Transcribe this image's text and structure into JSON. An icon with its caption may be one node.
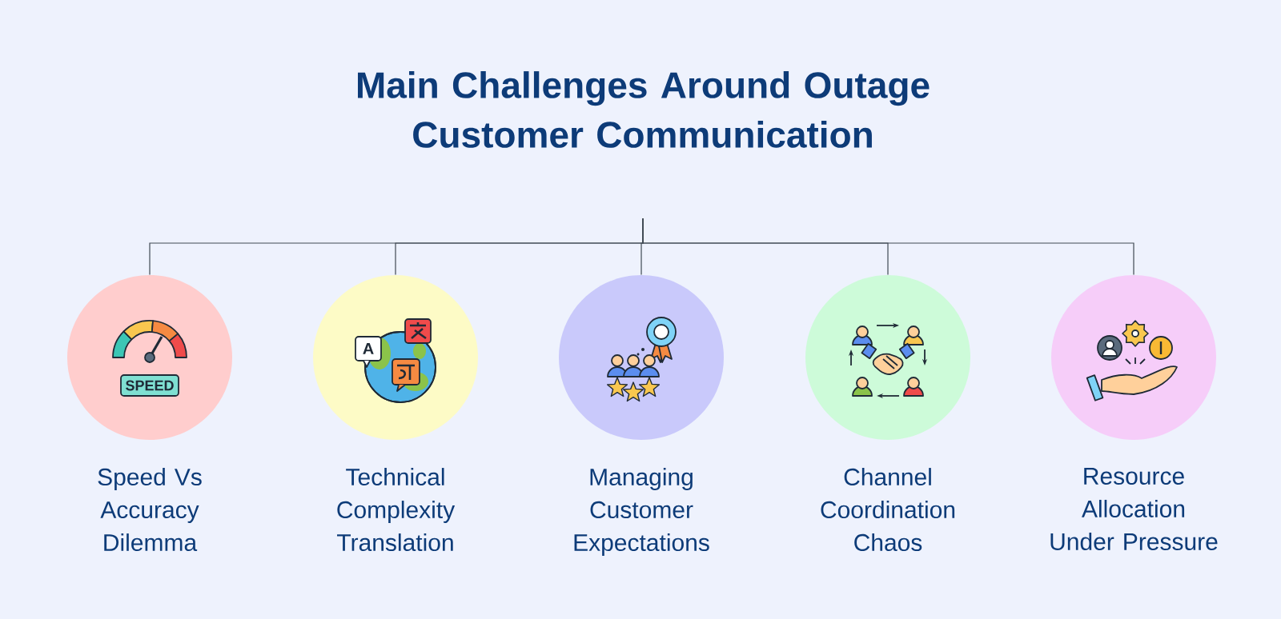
{
  "diagram": {
    "title": "Main Challenges Around Outage Customer Communication",
    "nodes": [
      {
        "text": [
          "Speed Vs Accuracy Dilemma"
        ]
      },
      {
        "text": [
          "Technical Complexity Translation"
        ]
      },
      {
        "text": [
          "Managing Customer Expectations"
        ]
      },
      {
        "text": [
          "Channel Coordination Chaos"
        ]
      },
      {
        "text": [
          "Resource Allocation Under Pressure"
        ]
      }
    ],
    "edges": [
      {
        "from": null,
        "to": 0,
        "arrow": "none"
      },
      {
        "from": null,
        "to": 1,
        "arrow": "none"
      },
      {
        "from": null,
        "to": 2,
        "arrow": "none"
      },
      {
        "from": null,
        "to": 3,
        "arrow": "none"
      },
      {
        "from": null,
        "to": 4,
        "arrow": "none"
      }
    ],
    "labels": [
      "SPEED",
      "A"
    ]
  }
}
